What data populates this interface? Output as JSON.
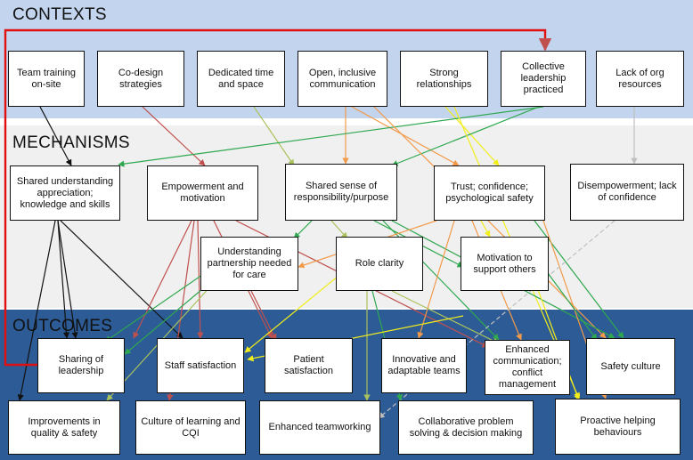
{
  "sections": {
    "contexts": "CONTEXTS",
    "mechanisms": "MECHANISMS",
    "outcomes": "OUTCOMES"
  },
  "contexts": {
    "team_training": "Team training on-site",
    "co_design": "Co-design strategies",
    "dedicated_time": "Dedicated time and space",
    "open_communication": "Open, inclusive communication",
    "strong_relationships": "Strong relationships",
    "collective_leadership": "Collective leadership practiced",
    "lack_resources": "Lack of org resources"
  },
  "mechanisms": {
    "shared_understanding": "Shared understanding appreciation; knowledge and skills",
    "empowerment": "Empowerment and motivation",
    "shared_sense": "Shared sense of responsibility/purpose",
    "trust": "Trust; confidence; psychological safety",
    "disempowerment": "Disempowerment; lack of confidence",
    "understanding_partnership": "Understanding partnership needed for care",
    "role_clarity": "Role clarity",
    "motivation_support": "Motivation to support others"
  },
  "outcomes": {
    "sharing_leadership": "Sharing of leadership",
    "staff_satisfaction": "Staff satisfaction",
    "patient_satisfaction": "Patient satisfaction",
    "innovative_teams": "Innovative and adaptable teams",
    "enhanced_communication": "Enhanced communication; conflict management",
    "safety_culture": "Safety culture",
    "improvements_quality": "Improvements in quality & safety",
    "culture_learning": "Culture of learning and CQI",
    "enhanced_teamworking": "Enhanced teamworking",
    "collaborative_problem": "Collaborative problem solving & decision making",
    "proactive_helping": "Proactive helping behaviours"
  },
  "colors": {
    "contexts_band": "#c3d5ee",
    "mechanisms_band": "#f0f0f0",
    "outcomes_band": "#2c5b96",
    "feedback_loop": "#e01010",
    "arrow_black": "#111111",
    "arrow_red": "#c0504d",
    "arrow_green": "#2fa84f",
    "arrow_orange": "#f29a4a",
    "arrow_yellow": "#f2ee1a",
    "arrow_olive": "#a9c25c",
    "arrow_grey": "#bfbfbf"
  }
}
